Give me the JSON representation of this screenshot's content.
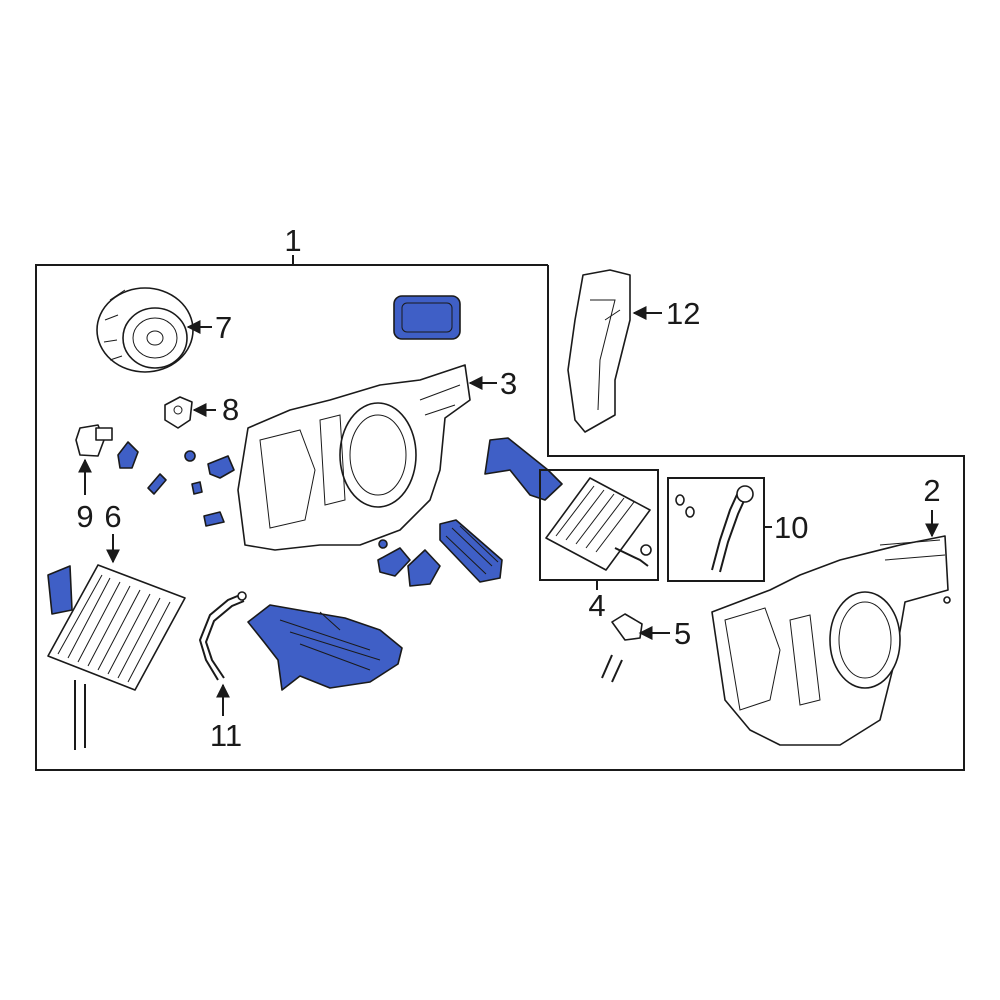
{
  "callouts": {
    "c1": "1",
    "c2": "2",
    "c3": "3",
    "c4": "4",
    "c5": "5",
    "c6": "6",
    "c7": "7",
    "c8": "8",
    "c9": "9",
    "c10": "10",
    "c11": "11",
    "c12": "12"
  },
  "colors": {
    "highlight": "#3f5fc6",
    "line": "#1a1a1a",
    "background": "#ffffff"
  }
}
